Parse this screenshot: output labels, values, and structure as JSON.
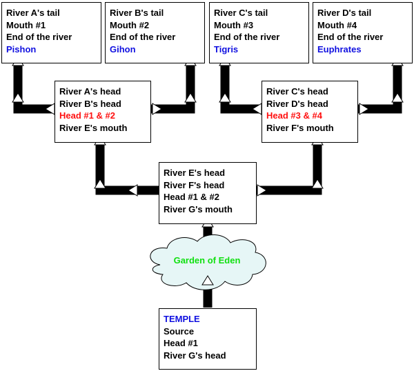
{
  "colors": {
    "text": "#000000",
    "source_names": "#1010e0",
    "heads": "#ff1010",
    "garden": "#10e010",
    "cloud_fill": "#e6f6f6",
    "pipe": "#000000",
    "arrow_fill": "#ffffff"
  },
  "boxes": {
    "river_a_tail": {
      "lines": [
        "River A's tail",
        "Mouth #1",
        "End of the river",
        "Pishon"
      ]
    },
    "river_b_tail": {
      "lines": [
        "River B's tail",
        "Mouth #2",
        "End of the river",
        "Gihon"
      ]
    },
    "river_c_tail": {
      "lines": [
        "River C's tail",
        "Mouth #3",
        "End of the river",
        "Tigris"
      ]
    },
    "river_d_tail": {
      "lines": [
        "River D's tail",
        "Mouth #4",
        "End of the river",
        "Euphrates"
      ]
    },
    "junction_ab": {
      "lines": [
        "River A's head",
        "River B's head",
        "Head #1 & #2",
        "River E's mouth"
      ]
    },
    "junction_cd": {
      "lines": [
        "River C's head",
        "River D's head",
        "Head #3 & #4",
        "River F's mouth"
      ]
    },
    "junction_ef": {
      "lines": [
        "River E's head",
        "River F's head",
        "Head #1 & #2",
        "River G's mouth"
      ]
    },
    "temple": {
      "lines": [
        "TEMPLE",
        "Source",
        "Head #1",
        "River G's head"
      ]
    }
  },
  "garden": {
    "label": "Garden of Eden"
  }
}
